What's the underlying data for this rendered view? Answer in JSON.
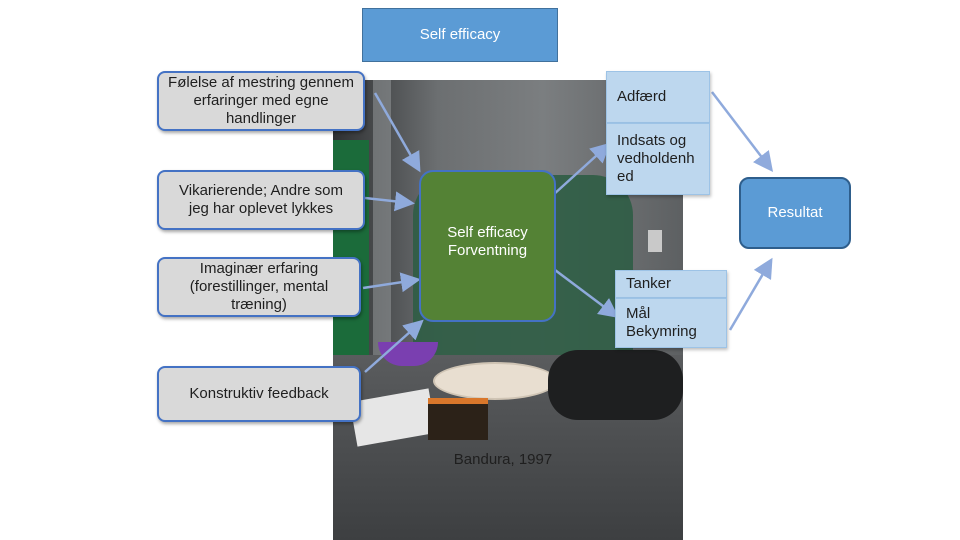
{
  "diagram": {
    "top_title": "Self efficacy",
    "mastery": "Følelse af mestring gennem erfaringer med egne handlinger",
    "vicarious": "Vikarierende; Andre som jeg har oplevet lykkes",
    "imaginal": "Imaginær erfaring (forestillinger, mental træning)",
    "feedback": "Konstruktiv feedback",
    "center_line1": "Self efficacy",
    "center_line2": "Forventning",
    "behavior_title": "Adfærd",
    "behavior_detail": "Indsats og vedholdenh ed",
    "thoughts_title": "Tanker",
    "thoughts_detail_line1": "Mål",
    "thoughts_detail_line2": "Bekymring",
    "result": "Resultat",
    "citation": "Bandura, 1997"
  },
  "colors": {
    "top_title_bg": "#5b9bd5",
    "center_bg": "#548235",
    "box_bg": "#d9d9d9",
    "box_border": "#4472c4",
    "card_bg": "#bdd7ee",
    "arrow": "#8faadc"
  }
}
